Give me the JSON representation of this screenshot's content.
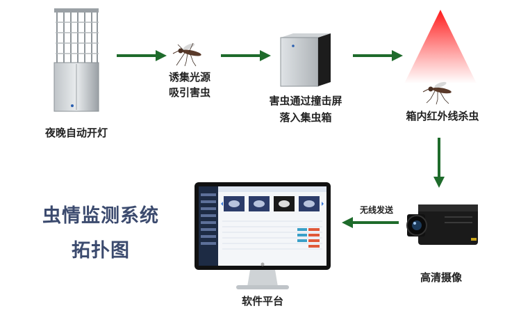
{
  "labels": {
    "trap_light": "夜晚自动开灯",
    "lure_line1": "诱集光源",
    "lure_line2": "吸引害虫",
    "collect_line1": "害虫通过撞击屏",
    "collect_line2": "落入集虫箱",
    "infrared": "箱内红外线杀虫",
    "camera": "高清摄像",
    "wireless": "无线发送",
    "software": "软件平台"
  },
  "title": {
    "line1": "虫情监测系统",
    "line2": "拓扑图"
  },
  "colors": {
    "arrow_green": "#1e6b2b",
    "title_blue": "#3b4a6e",
    "beam_red": "#ff2a2a"
  }
}
